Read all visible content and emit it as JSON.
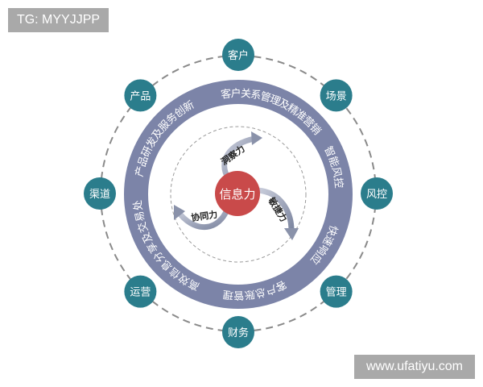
{
  "colors": {
    "ring": "#7c84a8",
    "satellite": "#2b7d8c",
    "center": "#c94a4a",
    "arrow": "#8a92aa",
    "dashed": "#8a8a8a"
  },
  "center_label": "信息力",
  "arrows": [
    "洞察力",
    "敏捷力",
    "协同力"
  ],
  "ring_labels": [
    "产品研发及服务创新",
    "客户关系管理及精准营销",
    "智能风控",
    "快速响应",
    "客户总账管理",
    "高效信息分享及交易处理"
  ],
  "satellites": [
    "客户",
    "场景",
    "风控",
    "管理",
    "财务",
    "运营",
    "渠道",
    "产品"
  ],
  "watermarks": {
    "top_left": "TG: MYYJJPP",
    "bottom_right": "www.ufatiyu.com"
  }
}
